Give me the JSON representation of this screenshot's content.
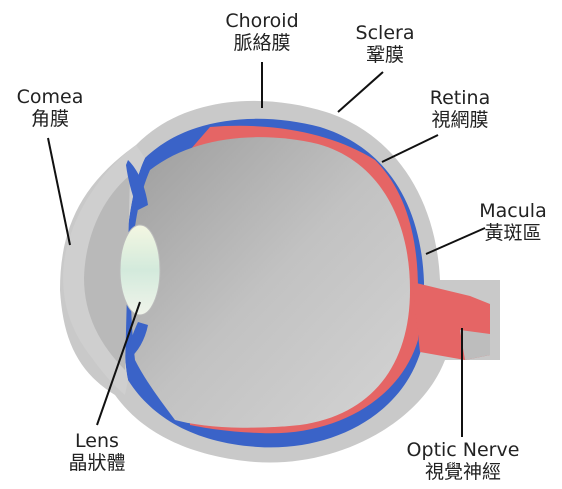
{
  "labels": {
    "cornea": {
      "en": "Comea",
      "zh": "角膜"
    },
    "choroid": {
      "en": "Choroid",
      "zh": "脈絡膜"
    },
    "sclera": {
      "en": "Sclera",
      "zh": "鞏膜"
    },
    "retina": {
      "en": "Retina",
      "zh": "視網膜"
    },
    "macula": {
      "en": "Macula",
      "zh": "黃斑區"
    },
    "lens": {
      "en": "Lens",
      "zh": "晶狀體"
    },
    "optic_nerve": {
      "en": "Optic Nerve",
      "zh": "視覺神經"
    }
  },
  "colors": {
    "sclera": "#c9c9c9",
    "choroid": "#3a63c8",
    "retina": "#e56565",
    "vitreous": "#bdbdbd",
    "lens": "#dfeee2",
    "leader": "#111111"
  }
}
